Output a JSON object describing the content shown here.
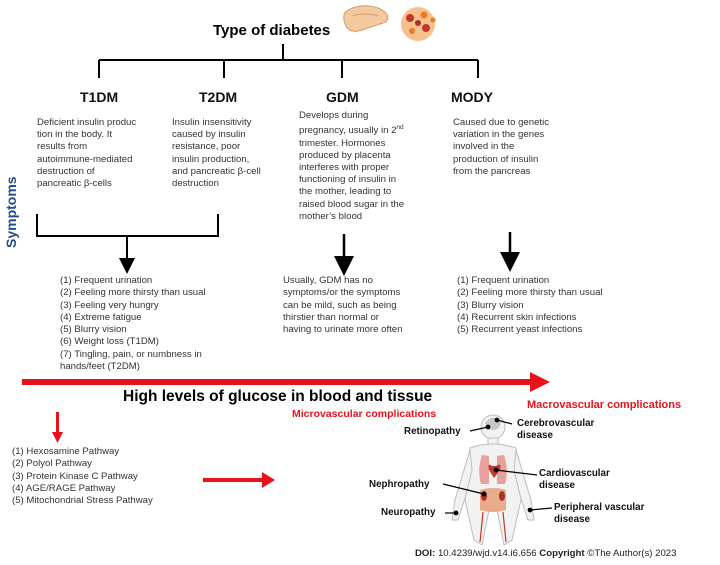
{
  "title": "Type of diabetes",
  "types": [
    {
      "label": "T1DM",
      "description": [
        "Deficient insulin produc",
        "tion in the body. It",
        "results from",
        "autoimmune-mediated",
        "destruction of",
        "pancreatic β-cells"
      ]
    },
    {
      "label": "T2DM",
      "description": [
        "Insulin insensitivity",
        "caused by insulin",
        "resistance, poor",
        "insulin production,",
        "and pancreatic β-cell",
        "destruction"
      ]
    },
    {
      "label": "GDM",
      "description_first": "Develops during",
      "description_second": "pregnancy, usually in 2",
      "superscript": "nd",
      "description": [
        "trimester. Hormones",
        "produced by placenta",
        "interferes with proper",
        "functioning of insulin in",
        "the mother, leading to",
        "raised blood sugar in the",
        "mother’s blood"
      ]
    },
    {
      "label": "MODY",
      "description": [
        "Caused due to genetic",
        "variation in the genes",
        "involved in the",
        "production of insulin",
        "from the pancreas"
      ]
    }
  ],
  "side_label": "Symptoms",
  "symptoms_t1_t2": [
    "(1) Frequent urination",
    "(2) Feeling more thirsty than usual",
    "(3) Feeling very hungry",
    "(4) Extreme fatigue",
    "(5) Blurry vision",
    "(6) Weight loss (T1DM)",
    "(7) Tingling, pain, or numbness in",
    "hands/feet (T2DM)"
  ],
  "symptoms_gdm": [
    "Usually, GDM has no",
    "symptoms/or the symptoms",
    "can be mild, such as being",
    "thirstier than normal or",
    "having to urinate more often"
  ],
  "symptoms_mody": [
    "(1) Frequent urination",
    "(2) Feeling more thirsty than usual",
    "(3) Blurry vision",
    "(4) Recurrent skin infections",
    "(5) Recurrent yeast infections"
  ],
  "banner": "High levels of glucose in blood and tissue",
  "microvascular_label": "Microvascular complications",
  "macrovascular_label": "Macrovascular complications",
  "pathways": [
    "(1) Hexosamine Pathway",
    "(2) Polyol Pathway",
    "(3) Protein Kinase C Pathway",
    "(4) AGE/RAGE Pathway",
    "(5) Mitochondrial Stress Pathway"
  ],
  "organs": {
    "retinopathy": "Retinopathy",
    "nephropathy": "Nephropathy",
    "neuropathy": "Neuropathy",
    "cerebrovascular": [
      "Cerebrovascular",
      "disease"
    ],
    "cardiovascular": [
      "Cardiovascular",
      "disease"
    ],
    "peripheral": [
      "Peripheral vascular",
      "disease"
    ]
  },
  "footer": {
    "doi_label": "DOI:",
    "doi": "10.4239/wjd.v14.i6.656",
    "copyright_label": "Copyright",
    "copyright": "©The Author(s) 2023"
  },
  "colors": {
    "red": "#e8121b",
    "blue": "#1f4e8c",
    "black": "#000000"
  }
}
